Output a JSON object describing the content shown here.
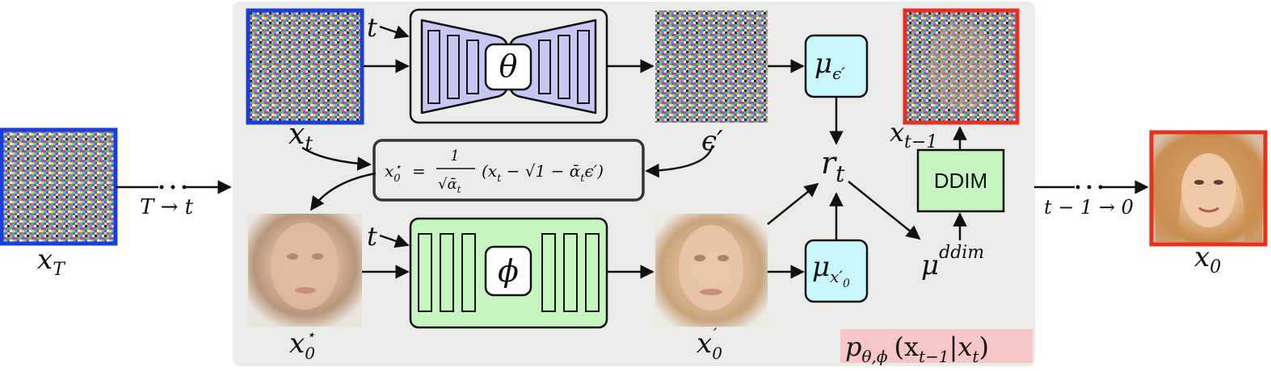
{
  "labels": {
    "x_T": "x",
    "x_T_sub": "T",
    "schedule_left": "T → t",
    "schedule_right": "t − 1 → 0",
    "x_t": "x",
    "x_t_sub": "t",
    "t_top": "t",
    "t_bottom": "t",
    "theta": "θ",
    "phi": "ϕ",
    "eps_prime": "ϵ′",
    "mu_eps": "μ",
    "mu_eps_sub": "ϵ′",
    "mu_x": "μ",
    "mu_x_sub": "x′",
    "mu_x_subsub": "0",
    "r": "r",
    "r_sub": "t",
    "x_tm1": "x",
    "x_tm1_sub": "t−1",
    "ddim": "DDIM",
    "mu_ddim": "μ",
    "mu_ddim_sup": "ddim",
    "x0": "x",
    "x0_sub": "0",
    "x0_star": "x",
    "x0_star_sub": "0",
    "x0_star_sup": "⋆",
    "x0_prime": "x",
    "x0_prime_sub": "0",
    "x0_prime_sup": "′",
    "posterior": "p",
    "posterior_sub": "θ,ϕ",
    "posterior_args": "(x",
    "posterior_args_sub1": "t−1",
    "posterior_args_mid": "|x",
    "posterior_args_sub2": "t",
    "posterior_close": ")"
  },
  "formula": {
    "lhs": "x",
    "lhs_sub": "0",
    "lhs_sup": "⋆",
    "eq": "=",
    "numerator": "1",
    "denominator": "√ᾱ",
    "denominator_sub": "t",
    "body": "(x",
    "body_sub": "t",
    "body_rest": " − √1 − ᾱ",
    "body_rest_sub": "t",
    "body_end": "ϵ′)"
  },
  "colors": {
    "panel": "#ebebe9",
    "blue_frame": "#1a3fd9",
    "red_frame": "#e5321e",
    "theta_net": "#c8c6f5",
    "phi_net": "#c6f5c0",
    "mu_box": "#c8f7fb",
    "ddim_box": "#c6f5c0",
    "posterior_bg": "#f7c6c6"
  }
}
